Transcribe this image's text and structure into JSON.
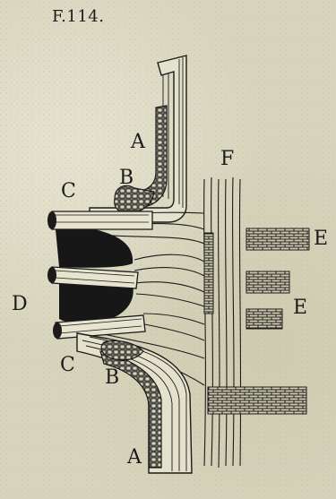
{
  "figure": {
    "title": "F.114.",
    "labels": {
      "A": "A",
      "B": "B",
      "C": "C",
      "D": "D",
      "E": "E",
      "F": "F"
    }
  },
  "colors": {
    "paper": "#d8d5bd",
    "ink": "#1b1b1b",
    "dark_mass": "#171717"
  }
}
